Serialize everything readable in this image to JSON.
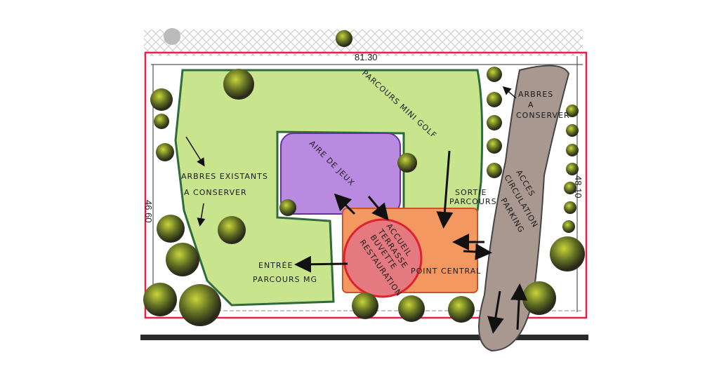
{
  "plan": {
    "dimensions": {
      "width": "81.30",
      "left_height": "46.60",
      "right_height": "48.10"
    },
    "labels": {
      "mini_golf": "PARCOURS MINI GOLF",
      "playground": "AIRE DE JEUX",
      "existing_trees": [
        "ARBRES EXISTANTS",
        "A CONSERVER"
      ],
      "trees_keep": [
        "ARBRES",
        "A",
        "CONSERVER"
      ],
      "access": [
        "ACCES",
        "CIRCULATION",
        "PARKING"
      ],
      "exit": [
        "SORTIE",
        "PARCOURS"
      ],
      "welcome": [
        "ACCUEIL",
        "TERRASSE",
        "BUVETTE",
        "RESTAURATION"
      ],
      "central_point": "POINT CENTRAL",
      "entrance": [
        "ENTRÉE",
        "PARCOURS MG"
      ]
    },
    "colors": {
      "boundary": "#e8204a",
      "green_zone": "#b8dc7a",
      "green_outline": "#2f6b3c",
      "play_area": "#a774d6",
      "terrace": "#ee7a3c",
      "central": "#e0505a",
      "parking": "#8f7e76"
    }
  }
}
